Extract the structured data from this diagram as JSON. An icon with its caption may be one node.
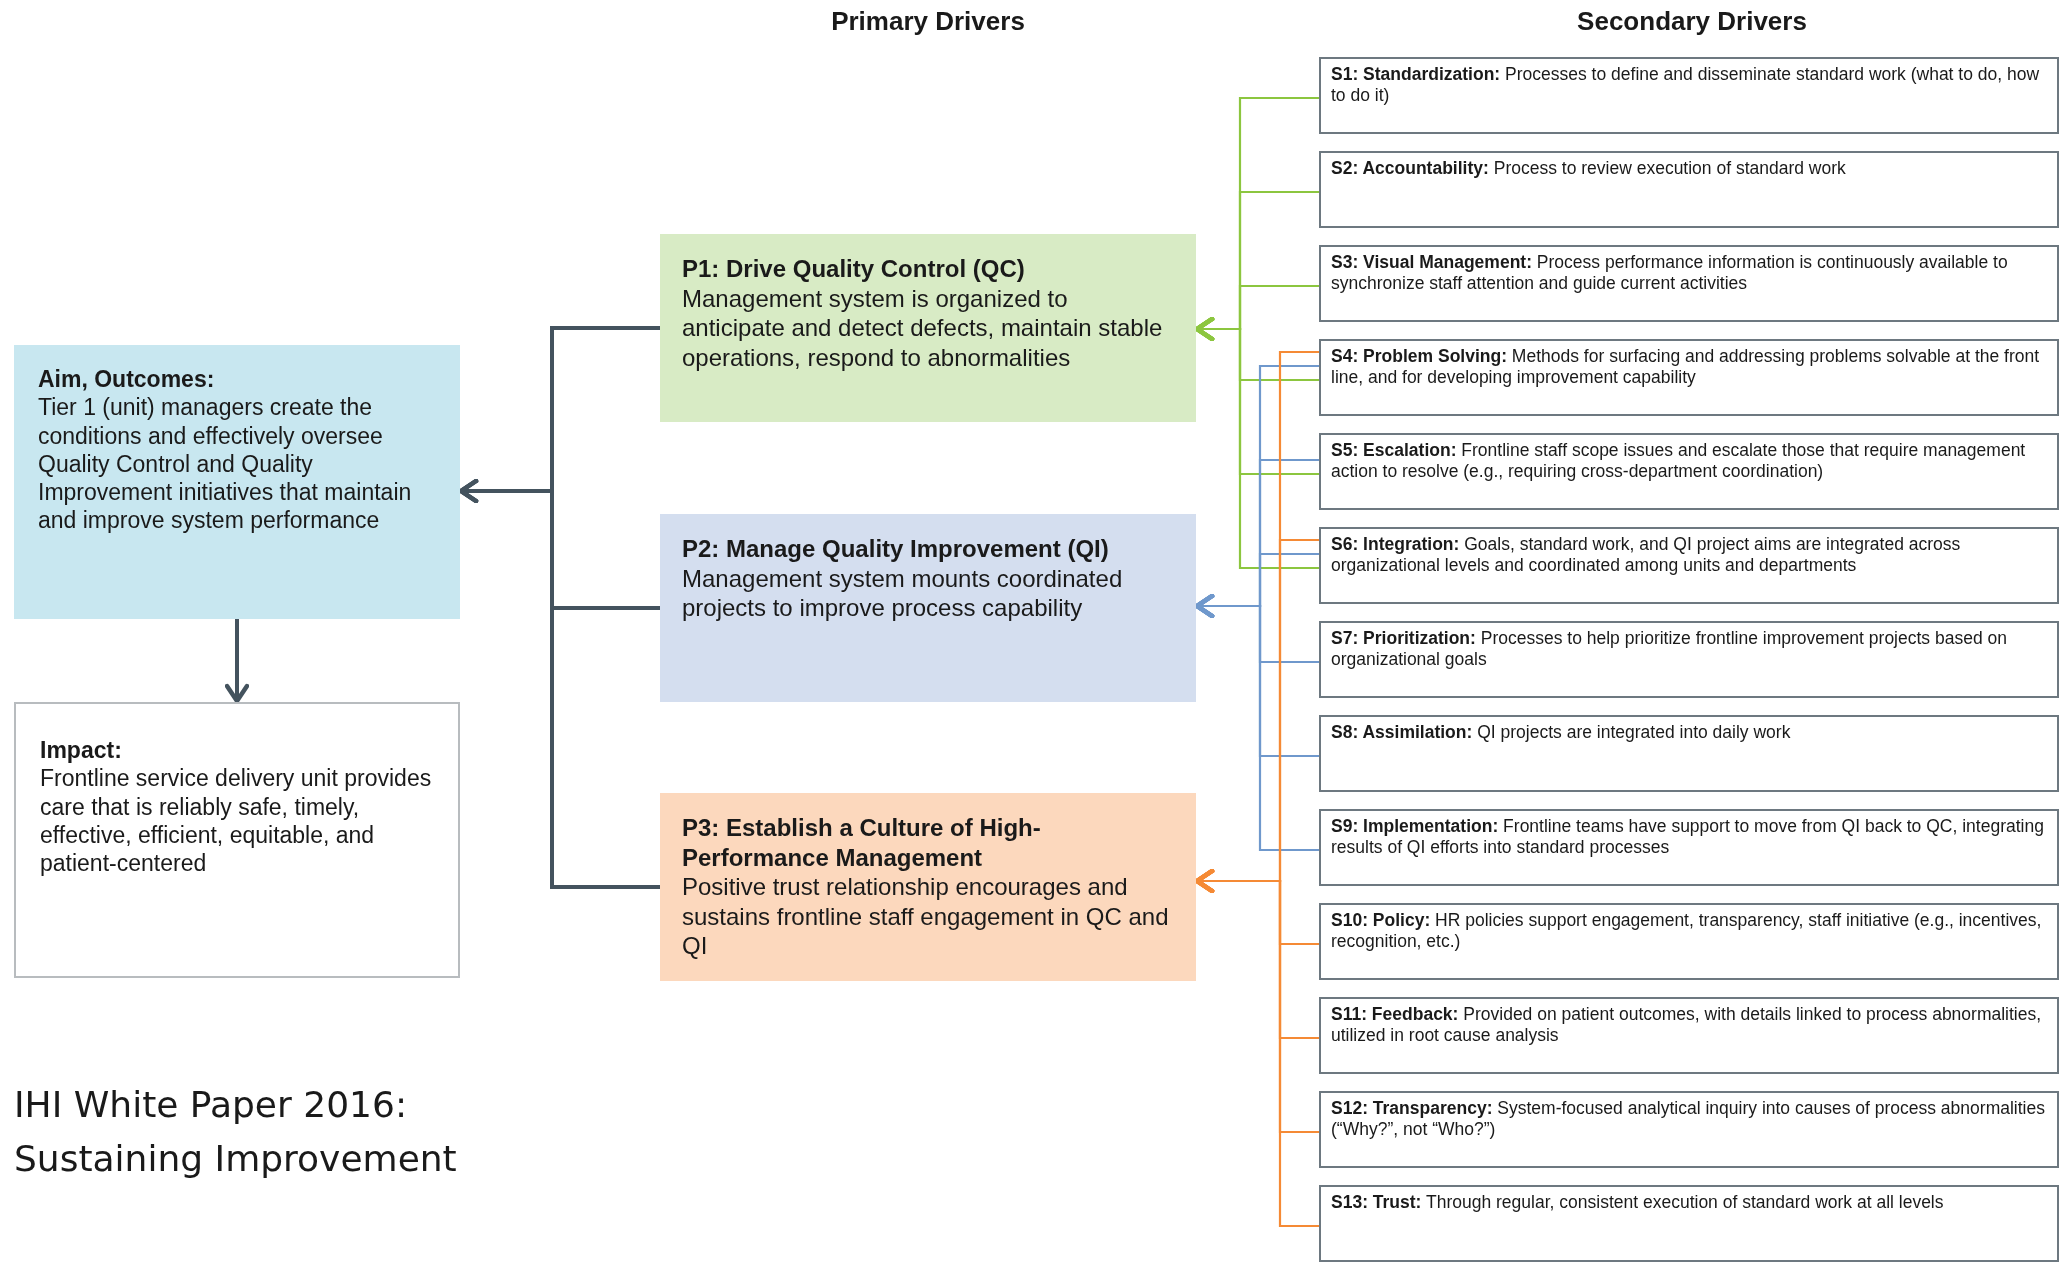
{
  "diagram": {
    "caption": "IHI White Paper 2016: Sustaining Improvement",
    "nodes": [
      {
        "text": [
          "Aim, Outcomes:",
          "Tier 1 (unit) managers create the conditions and effectively oversee Quality Control and Quality Improvement initiatives that maintain and improve system performance"
        ]
      },
      {
        "text": [
          "Impact:",
          "Frontline service delivery unit provides care that is reliably safe, timely, effective, efficient, equitable, and patient-centered"
        ]
      },
      {
        "text": [
          "P1: Drive Quality Control (QC)",
          "Management system is organized to anticipate and detect defects, maintain stable operations, respond to abnormalities"
        ]
      },
      {
        "text": [
          "P2: Manage Quality Improvement (QI)",
          "Management system mounts coordinated projects to improve process capability"
        ]
      },
      {
        "text": [
          "P3: Establish a Culture of High-Performance Management",
          "Positive trust relationship encourages and sustains frontline staff engagement in QC and QI"
        ]
      },
      {
        "text": [
          "**S1: Standardization:** Processes to define and disseminate standard work (what to do, how to do it)"
        ]
      },
      {
        "text": [
          "**S2: Accountability:** Process to review execution of standard work"
        ]
      },
      {
        "text": [
          "**S3: Visual Management:** Process performance information is continuously available to synchronize staff attention and guide current activities"
        ]
      },
      {
        "text": [
          "**S4: Problem Solving:** Methods for surfacing and addressing problems solvable at the front line, and for developing improvement capability"
        ]
      },
      {
        "text": [
          "**S5: Escalation:** Frontline staff scope issues and escalate those that require management action to resolve (e.g., requiring cross-department coordination)"
        ]
      },
      {
        "text": [
          "**S6: Integration:** Goals, standard work, and QI project aims are integrated across organizational levels and coordinated among units and departments"
        ]
      },
      {
        "text": [
          "**S7: Prioritization:** Processes to help prioritize frontline improvement projects based on organizational goals"
        ]
      },
      {
        "text": [
          "**S8: Assimilation:** QI projects are integrated into daily work"
        ]
      },
      {
        "text": [
          "**S9: Implementation:** Frontline teams have support to move from QI back to QC, integrating results of QI efforts into standard processes"
        ]
      },
      {
        "text": [
          "**S10: Policy:** HR policies support engagement, transparency, staff initiative (e.g., incentives, recognition, etc.)"
        ]
      },
      {
        "text": [
          "**S11: Feedback:** Provided on patient outcomes, with details linked to process abnormalities, utilized in root cause analysis"
        ]
      },
      {
        "text": [
          "**S12: Transparency:** System-focused analytical inquiry into causes of process abnormalities (“Why?”, not “Who?”)"
        ]
      },
      {
        "text": [
          "**S13: Trust:** Through regular, consistent execution of standard work at all levels"
        ]
      }
    ],
    "edges": [
      {
        "from": 0,
        "to": 1,
        "arrow": "to",
        "color": "#44535e"
      },
      {
        "from": 2,
        "to": 0,
        "arrow": "to",
        "color": "#44535e"
      },
      {
        "from": 3,
        "to": 0,
        "arrow": "to",
        "color": "#44535e"
      },
      {
        "from": 4,
        "to": 0,
        "arrow": "to",
        "color": "#44535e"
      },
      {
        "from": 5,
        "to": 2,
        "arrow": "to",
        "color": "#8cc63f"
      },
      {
        "from": 6,
        "to": 2,
        "arrow": "to",
        "color": "#8cc63f"
      },
      {
        "from": 7,
        "to": 2,
        "arrow": "to",
        "color": "#8cc63f"
      },
      {
        "from": 8,
        "to": 2,
        "arrow": "to",
        "color": "#8cc63f"
      },
      {
        "from": 9,
        "to": 2,
        "arrow": "to",
        "color": "#8cc63f"
      },
      {
        "from": 10,
        "to": 2,
        "arrow": "to",
        "color": "#8cc63f"
      },
      {
        "from": 8,
        "to": 3,
        "arrow": "to",
        "color": "#6f98cc"
      },
      {
        "from": 9,
        "to": 3,
        "arrow": "to",
        "color": "#6f98cc"
      },
      {
        "from": 10,
        "to": 3,
        "arrow": "to",
        "color": "#6f98cc"
      },
      {
        "from": 11,
        "to": 3,
        "arrow": "to",
        "color": "#6f98cc"
      },
      {
        "from": 12,
        "to": 3,
        "arrow": "to",
        "color": "#6f98cc"
      },
      {
        "from": 13,
        "to": 3,
        "arrow": "to",
        "color": "#6f98cc"
      },
      {
        "from": 8,
        "to": 4,
        "arrow": "to",
        "color": "#f58a35"
      },
      {
        "from": 10,
        "to": 4,
        "arrow": "to",
        "color": "#f58a35"
      },
      {
        "from": 14,
        "to": 4,
        "arrow": "to",
        "color": "#f58a35"
      },
      {
        "from": 15,
        "to": 4,
        "arrow": "to",
        "color": "#f58a35"
      },
      {
        "from": 16,
        "to": 4,
        "arrow": "to",
        "color": "#f58a35"
      },
      {
        "from": 17,
        "to": 4,
        "arrow": "to",
        "color": "#f58a35"
      }
    ],
    "labels": [
      "Primary Drivers",
      "Secondary Drivers"
    ]
  }
}
